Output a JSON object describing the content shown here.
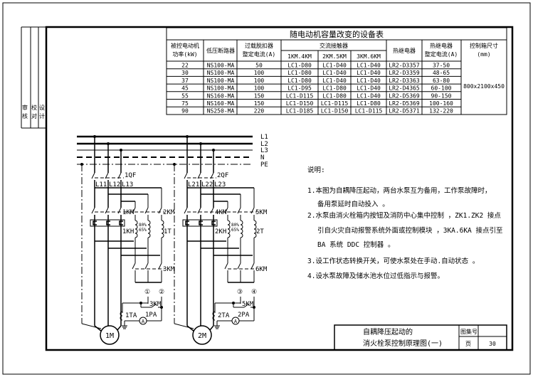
{
  "side_block": {
    "col1": [
      "审",
      "核"
    ],
    "col2": [
      "校",
      "对"
    ],
    "col3": [
      "设",
      "计"
    ]
  },
  "table": {
    "title": "随电动机容量改变的设备表",
    "headers": {
      "power": [
        "被控电动机",
        "功率(kW)"
      ],
      "breaker": "低压断路器",
      "overload": [
        "过载脱扣器",
        "整定电流(A)"
      ],
      "contactor": "交流接触器",
      "contactor_sub": [
        "1KM.4KM",
        "2KM.5KM",
        "3KM.6KM"
      ],
      "relay": "热继电器",
      "relay_current": [
        "热继电器",
        "整定电流(A)"
      ],
      "box": [
        "控制箱尺寸",
        "(mm)"
      ]
    },
    "rows": [
      [
        "22",
        "NS100-MA",
        "50",
        "LC1-D80",
        "LC1-D40",
        "LC1-D40",
        "LR2-D3357",
        "37-50"
      ],
      [
        "30",
        "NS100-MA",
        "100",
        "LC1-D80",
        "LC1-D40",
        "LC1-D40",
        "LR2-D3359",
        "48-65"
      ],
      [
        "37",
        "NS100-MA",
        "100",
        "LC1-D80",
        "LC1-D40",
        "LC1-D40",
        "LR2-D3363",
        "63-80"
      ],
      [
        "45",
        "NS100-MA",
        "100",
        "LC1-D95",
        "LC1-D80",
        "LC1-D40",
        "LR2-D4365",
        "60-100"
      ],
      [
        "55",
        "NS160-MA",
        "150",
        "LC1-D115",
        "LC1-D80",
        "LC1-D40",
        "LR2-D5369",
        "90-150"
      ],
      [
        "75",
        "NS160-MA",
        "150",
        "LC1-D150",
        "LC1-D115",
        "LC1-D80",
        "LR2-D5369",
        "100-160"
      ],
      [
        "90",
        "NS250-MA",
        "220",
        "LC1-D185",
        "LC1-D150",
        "LC1-D115",
        "LR2-D5371",
        "132-220"
      ]
    ],
    "box_size": "800x2100x450"
  },
  "bus": [
    "L1",
    "L2",
    "L3",
    "N",
    "PE"
  ],
  "circuits": [
    {
      "breaker": "1QF",
      "lines": [
        "L11",
        "L12",
        "L13"
      ],
      "km_a": "1KM",
      "km_b": "2KM",
      "kh": "1KH",
      "taps": [
        "80%",
        "65%"
      ],
      "transformer": "1T",
      "km_c": "3KM",
      "terminals": [
        "①",
        "②"
      ],
      "aux_km": "3KM",
      "ta": "1TA",
      "pa": "1PA",
      "ammeter": "A",
      "motor": "1M"
    },
    {
      "breaker": "2QF",
      "lines": [
        "L21",
        "L22",
        "L23"
      ],
      "km_a": "4KM",
      "km_b": "5KM",
      "kh": "2KH",
      "taps": [
        "80%",
        "65%"
      ],
      "transformer": "2T",
      "km_c": "6KM",
      "terminals": [
        "③",
        "④"
      ],
      "aux_km": "5KM",
      "ta": "2TA",
      "pa": "2PA",
      "ammeter": "A",
      "motor": "2M"
    }
  ],
  "notes": {
    "heading": "说明:",
    "items": [
      [
        "1.本图为自耦降压起动，两台水泵互为备用，工作泵故障时，",
        "备用泵延时自动投入 。"
      ],
      [
        "2.水泵由消火栓箱内按钮及消防中心集中控制 ，ZK1.ZK2 接点",
        "引自火灾自动报警系统外面或控制模块 ，3KA.6KA 接点引至",
        "BA 系统 DDC  控制器 。"
      ],
      [
        "3.设工作状态转换开关，可使水泵处在手动.自动状态 。"
      ],
      [
        "4.设水泵故障及储水池水位过低指示与报警。"
      ]
    ]
  },
  "title_block": {
    "title": [
      "自耦降压起动的",
      "消火栓泵控制原理图(一)"
    ],
    "atlas_label": "图集号",
    "atlas_value": "",
    "page_label": "页",
    "page_value": "30"
  }
}
